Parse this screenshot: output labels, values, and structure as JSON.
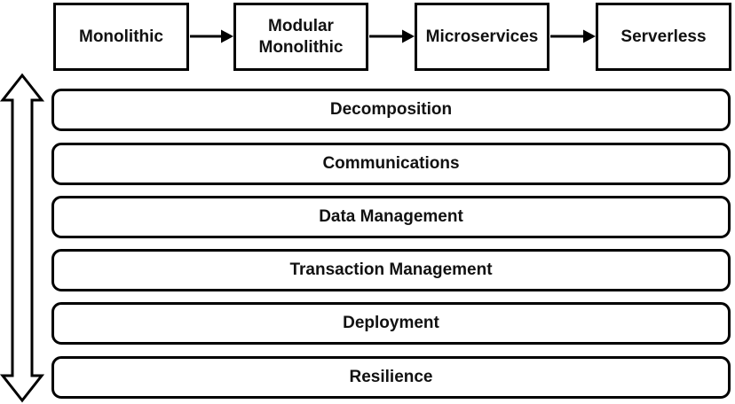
{
  "diagram": {
    "stages": [
      {
        "label": "Monolithic"
      },
      {
        "label": "Modular Monolithic"
      },
      {
        "label": "Microservices"
      },
      {
        "label": "Serverless"
      }
    ],
    "concerns": [
      {
        "label": "Decomposition"
      },
      {
        "label": "Communications"
      },
      {
        "label": "Data Management"
      },
      {
        "label": "Transaction Management"
      },
      {
        "label": "Deployment"
      },
      {
        "label": "Resilience"
      }
    ],
    "icons": {
      "stage_connector": "right-arrow-icon",
      "evolution_axis": "double-headed-vertical-arrow-icon"
    },
    "colors": {
      "stroke": "#000000",
      "fill": "#ffffff",
      "text": "#111111"
    }
  }
}
